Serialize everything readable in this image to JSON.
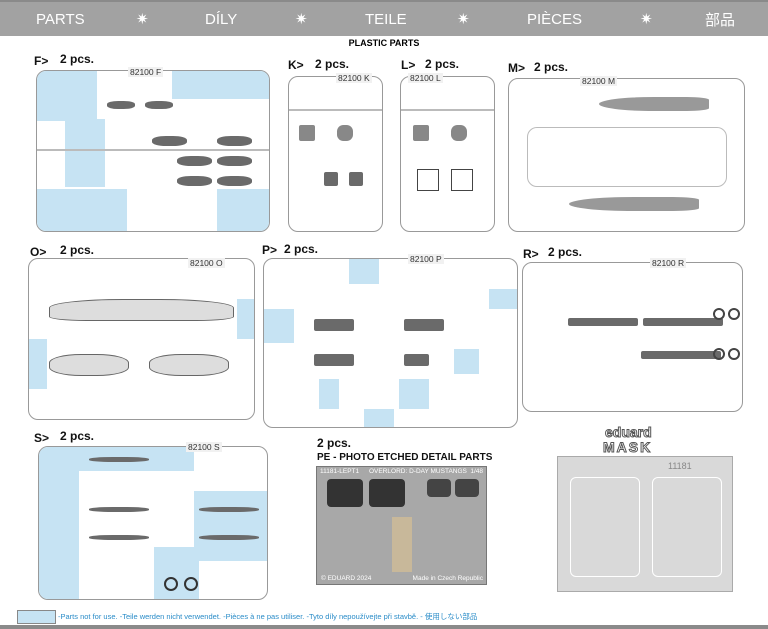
{
  "header": {
    "items": [
      "PARTS",
      "DÍLY",
      "TEILE",
      "PIÈCES",
      "部品"
    ],
    "separator": "✷"
  },
  "title": "PLASTIC PARTS",
  "sprues": [
    {
      "letter": "F>",
      "qty": "2 pcs.",
      "code": "82100 F"
    },
    {
      "letter": "K>",
      "qty": "2 pcs.",
      "code": "82100 K"
    },
    {
      "letter": "L>",
      "qty": "2 pcs.",
      "code": "82100 L"
    },
    {
      "letter": "M>",
      "qty": "2 pcs.",
      "code": "82100 M"
    },
    {
      "letter": "O>",
      "qty": "2 pcs.",
      "code": "82100 O"
    },
    {
      "letter": "P>",
      "qty": "2 pcs.",
      "code": "82100 P"
    },
    {
      "letter": "R>",
      "qty": "2 pcs.",
      "code": "82100 R"
    },
    {
      "letter": "S>",
      "qty": "2 pcs.",
      "code": "82100 S"
    }
  ],
  "pe": {
    "qty": "2 pcs.",
    "title": "PE - PHOTO ETCHED DETAIL PARTS",
    "fret_code": "11181-LEPT1",
    "fret_name": "OVERLORD: D-DAY MUSTANGS",
    "scale": "1/48",
    "copyright": "© EDUARD 2024",
    "origin": "Made in Czech Republic"
  },
  "mask": {
    "brand": "eduard",
    "title": "MASK",
    "code": "11181"
  },
  "legend": {
    "text": "-Parts not for use. -Teile werden nicht verwendet. -Pièces à ne pas utiliser. -Tyto díly nepoužívejte při stavbě. -  使用しない部品",
    "color": "#c6e3f3"
  }
}
